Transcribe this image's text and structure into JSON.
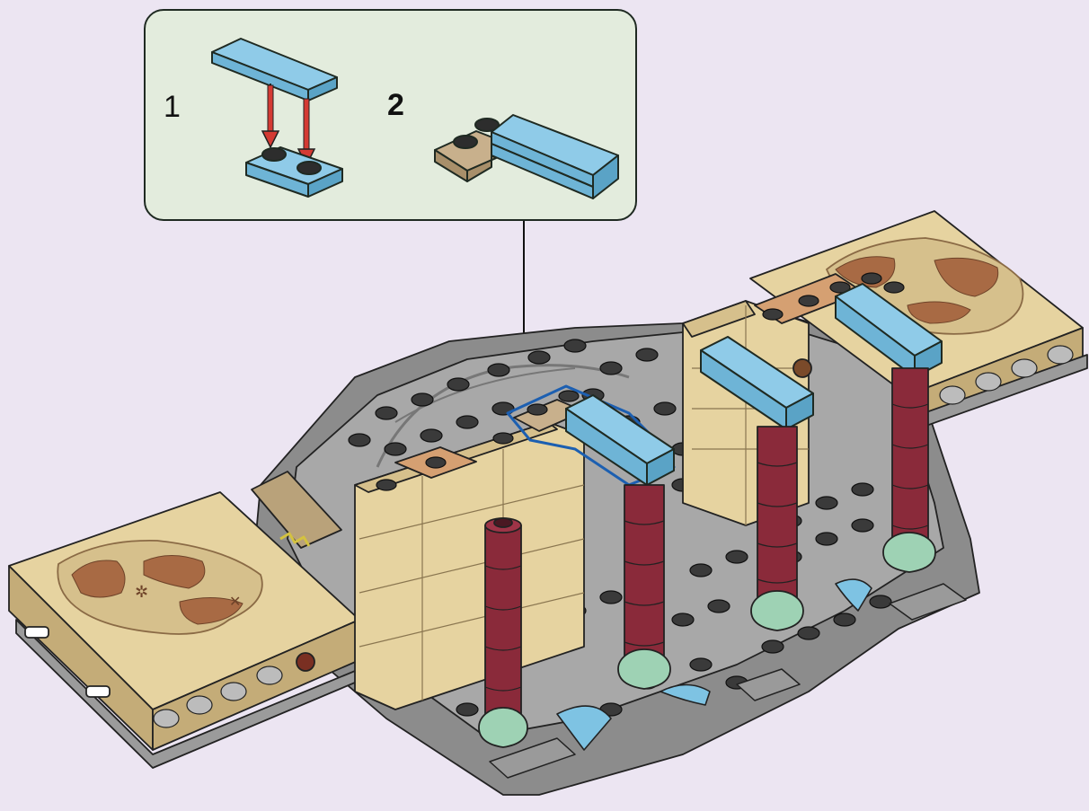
{
  "callout": {
    "steps": [
      {
        "number": "1"
      },
      {
        "number": "2"
      }
    ]
  },
  "colors": {
    "background": "#ece5f2",
    "callout_fill": "#e3ecdd",
    "tan": "#e6d3a0",
    "tan_dark": "#c4ac78",
    "gray_plate": "#8e8e8e",
    "stud_dark": "#3a3a3a",
    "blue_tile": "#7ec3e3",
    "red_column": "#8a2a3a",
    "mint_base": "#9ed2b4",
    "arrow_red": "#d43a33",
    "highlight_outline": "#1c5fb1",
    "map_brown": "#a86a44"
  },
  "icons": [
    "blue-tile-icon",
    "blue-plate-icon",
    "red-arrow-icon",
    "corner-plate-assembly-icon",
    "pointer-arrow-icon",
    "temple-base-model"
  ]
}
